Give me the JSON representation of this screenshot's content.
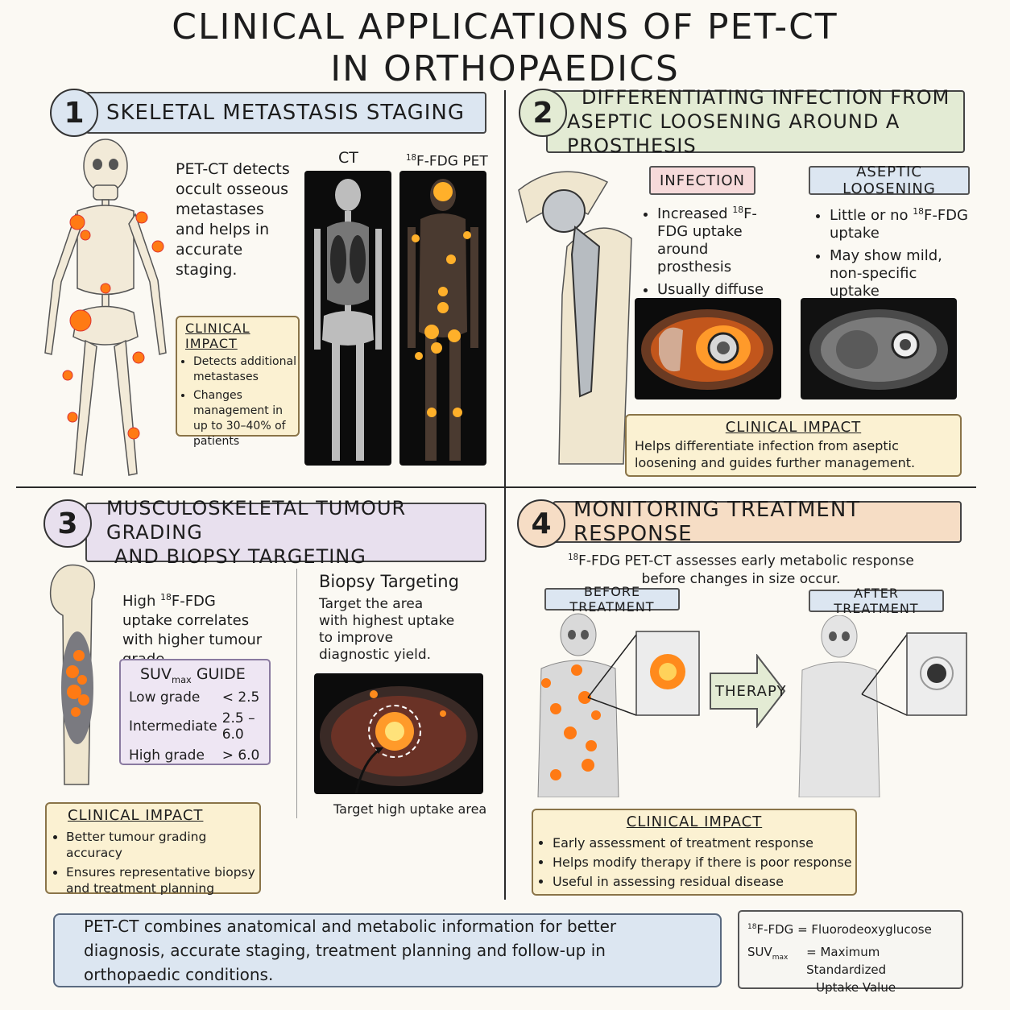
{
  "title": {
    "line1": "CLINICAL APPLICATIONS OF PET-CT",
    "line2": "IN ORTHOPAEDICS"
  },
  "colors": {
    "blue_banner": "#dce6f1",
    "green_banner": "#e3ebd4",
    "purple_banner": "#e8e0ee",
    "orange_banner": "#f6ddc5",
    "impact_box": "#fbf1d2",
    "infection_tag": "#f6dada",
    "aseptic_tag": "#dce6f1",
    "uptake": "#ff8a1c"
  },
  "s1": {
    "num": "1",
    "banner": "SKELETAL METASTASIS STAGING",
    "desc": "PET-CT detects occult osseous metastases and helps in accurate staging.",
    "ct_label": "CT",
    "pet_sup": "18",
    "pet_label": "F-FDG PET",
    "impact": {
      "title": "CLINICAL IMPACT",
      "items": [
        "Detects additional metastases",
        "Changes management in up to 30–40% of patients"
      ]
    }
  },
  "s2": {
    "num": "2",
    "banner_l1": "DIFFERENTIATING INFECTION FROM",
    "banner_l2": "ASEPTIC LOOSENING AROUND A PROSTHESIS",
    "infection": {
      "tag": "INFECTION",
      "b1_pre": "Increased ",
      "b1_sup": "18",
      "b1_post": "F-FDG uptake around prosthesis",
      "b2": "Usually diffuse uptake"
    },
    "aseptic": {
      "tag": "ASEPTIC LOOSENING",
      "b1_pre": "Little or no ",
      "b1_sup": "18",
      "b1_post": "F-FDG uptake",
      "b2": "May show mild, non-specific uptake"
    },
    "impact": {
      "title": "CLINICAL IMPACT",
      "text": "Helps differentiate infection from aseptic loosening and guides further management."
    }
  },
  "s3": {
    "num": "3",
    "banner_l1": "MUSCULOSKELETAL TUMOUR GRADING",
    "banner_l2": "AND BIOPSY TARGETING",
    "desc_pre": "High ",
    "desc_sup": "18",
    "desc_post": "F-FDG uptake correlates with higher tumour grade.",
    "suv": {
      "title_main": "SUV",
      "title_sub": "max",
      "title_rest": " GUIDE",
      "rows": [
        {
          "grade": "Low grade",
          "range": "< 2.5"
        },
        {
          "grade": "Intermediate",
          "range": "2.5 – 6.0"
        },
        {
          "grade": "High grade",
          "range": "> 6.0"
        }
      ]
    },
    "biopsy": {
      "title": "Biopsy Targeting",
      "desc": "Target the area with highest uptake to improve diagnostic yield.",
      "caption": "Target high uptake area"
    },
    "impact": {
      "title": "CLINICAL IMPACT",
      "items": [
        "Better tumour grading accuracy",
        "Ensures representative biopsy and treatment planning"
      ]
    }
  },
  "s4": {
    "num": "4",
    "banner": "MONITORING TREATMENT RESPONSE",
    "desc_sup": "18",
    "desc_l1": "F-FDG PET-CT assesses early metabolic response",
    "desc_l2": "before changes in size occur.",
    "before": "BEFORE TREATMENT",
    "after": "AFTER TREATMENT",
    "therapy": "THERAPY",
    "impact": {
      "title": "CLINICAL IMPACT",
      "items": [
        "Early assessment of treatment response",
        "Helps modify therapy if there is poor response",
        "Useful in assessing residual disease"
      ]
    }
  },
  "footer": {
    "summary": "PET-CT combines anatomical and metabolic information for better diagnosis, accurate staging, treatment planning and follow-up in orthopaedic conditions.",
    "legend": {
      "fdg_sup": "18",
      "fdg_term": "F-FDG",
      "fdg_def": "= Fluorodeoxyglucose",
      "suv_term": "SUV",
      "suv_sub": "max",
      "suv_def_l1": "= Maximum Standardized",
      "suv_def_l2": "Uptake Value"
    }
  }
}
